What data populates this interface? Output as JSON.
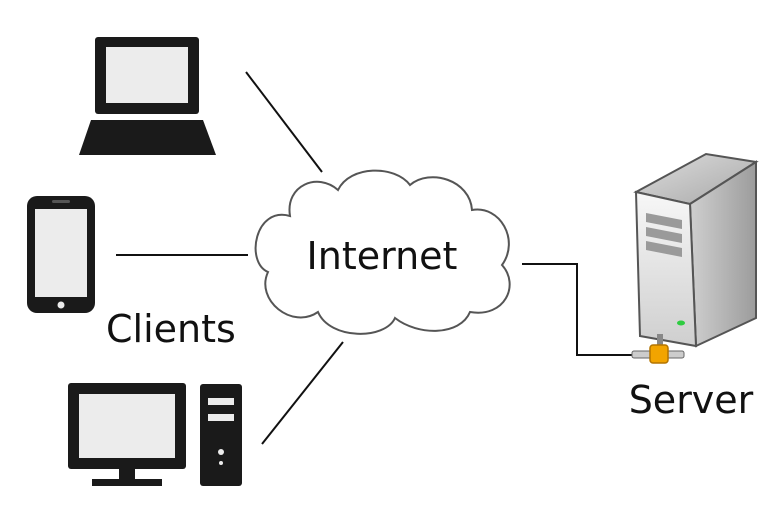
{
  "diagram": {
    "cloud_label": "Internet",
    "clients_label": "Clients",
    "server_label": "Server",
    "devices": {
      "laptop": "laptop-icon",
      "phone": "smartphone-icon",
      "desktop": "desktop-computer-icon",
      "server": "server-tower-icon",
      "cloud": "cloud-icon"
    },
    "colors": {
      "device_fill": "#1a1a1a",
      "screen_fill": "#ececec",
      "line": "#111111",
      "cloud_stroke": "#555555",
      "server_body": "#e6e6e6",
      "server_shadow": "#b0b0b0",
      "connector": "#f2a400"
    }
  }
}
